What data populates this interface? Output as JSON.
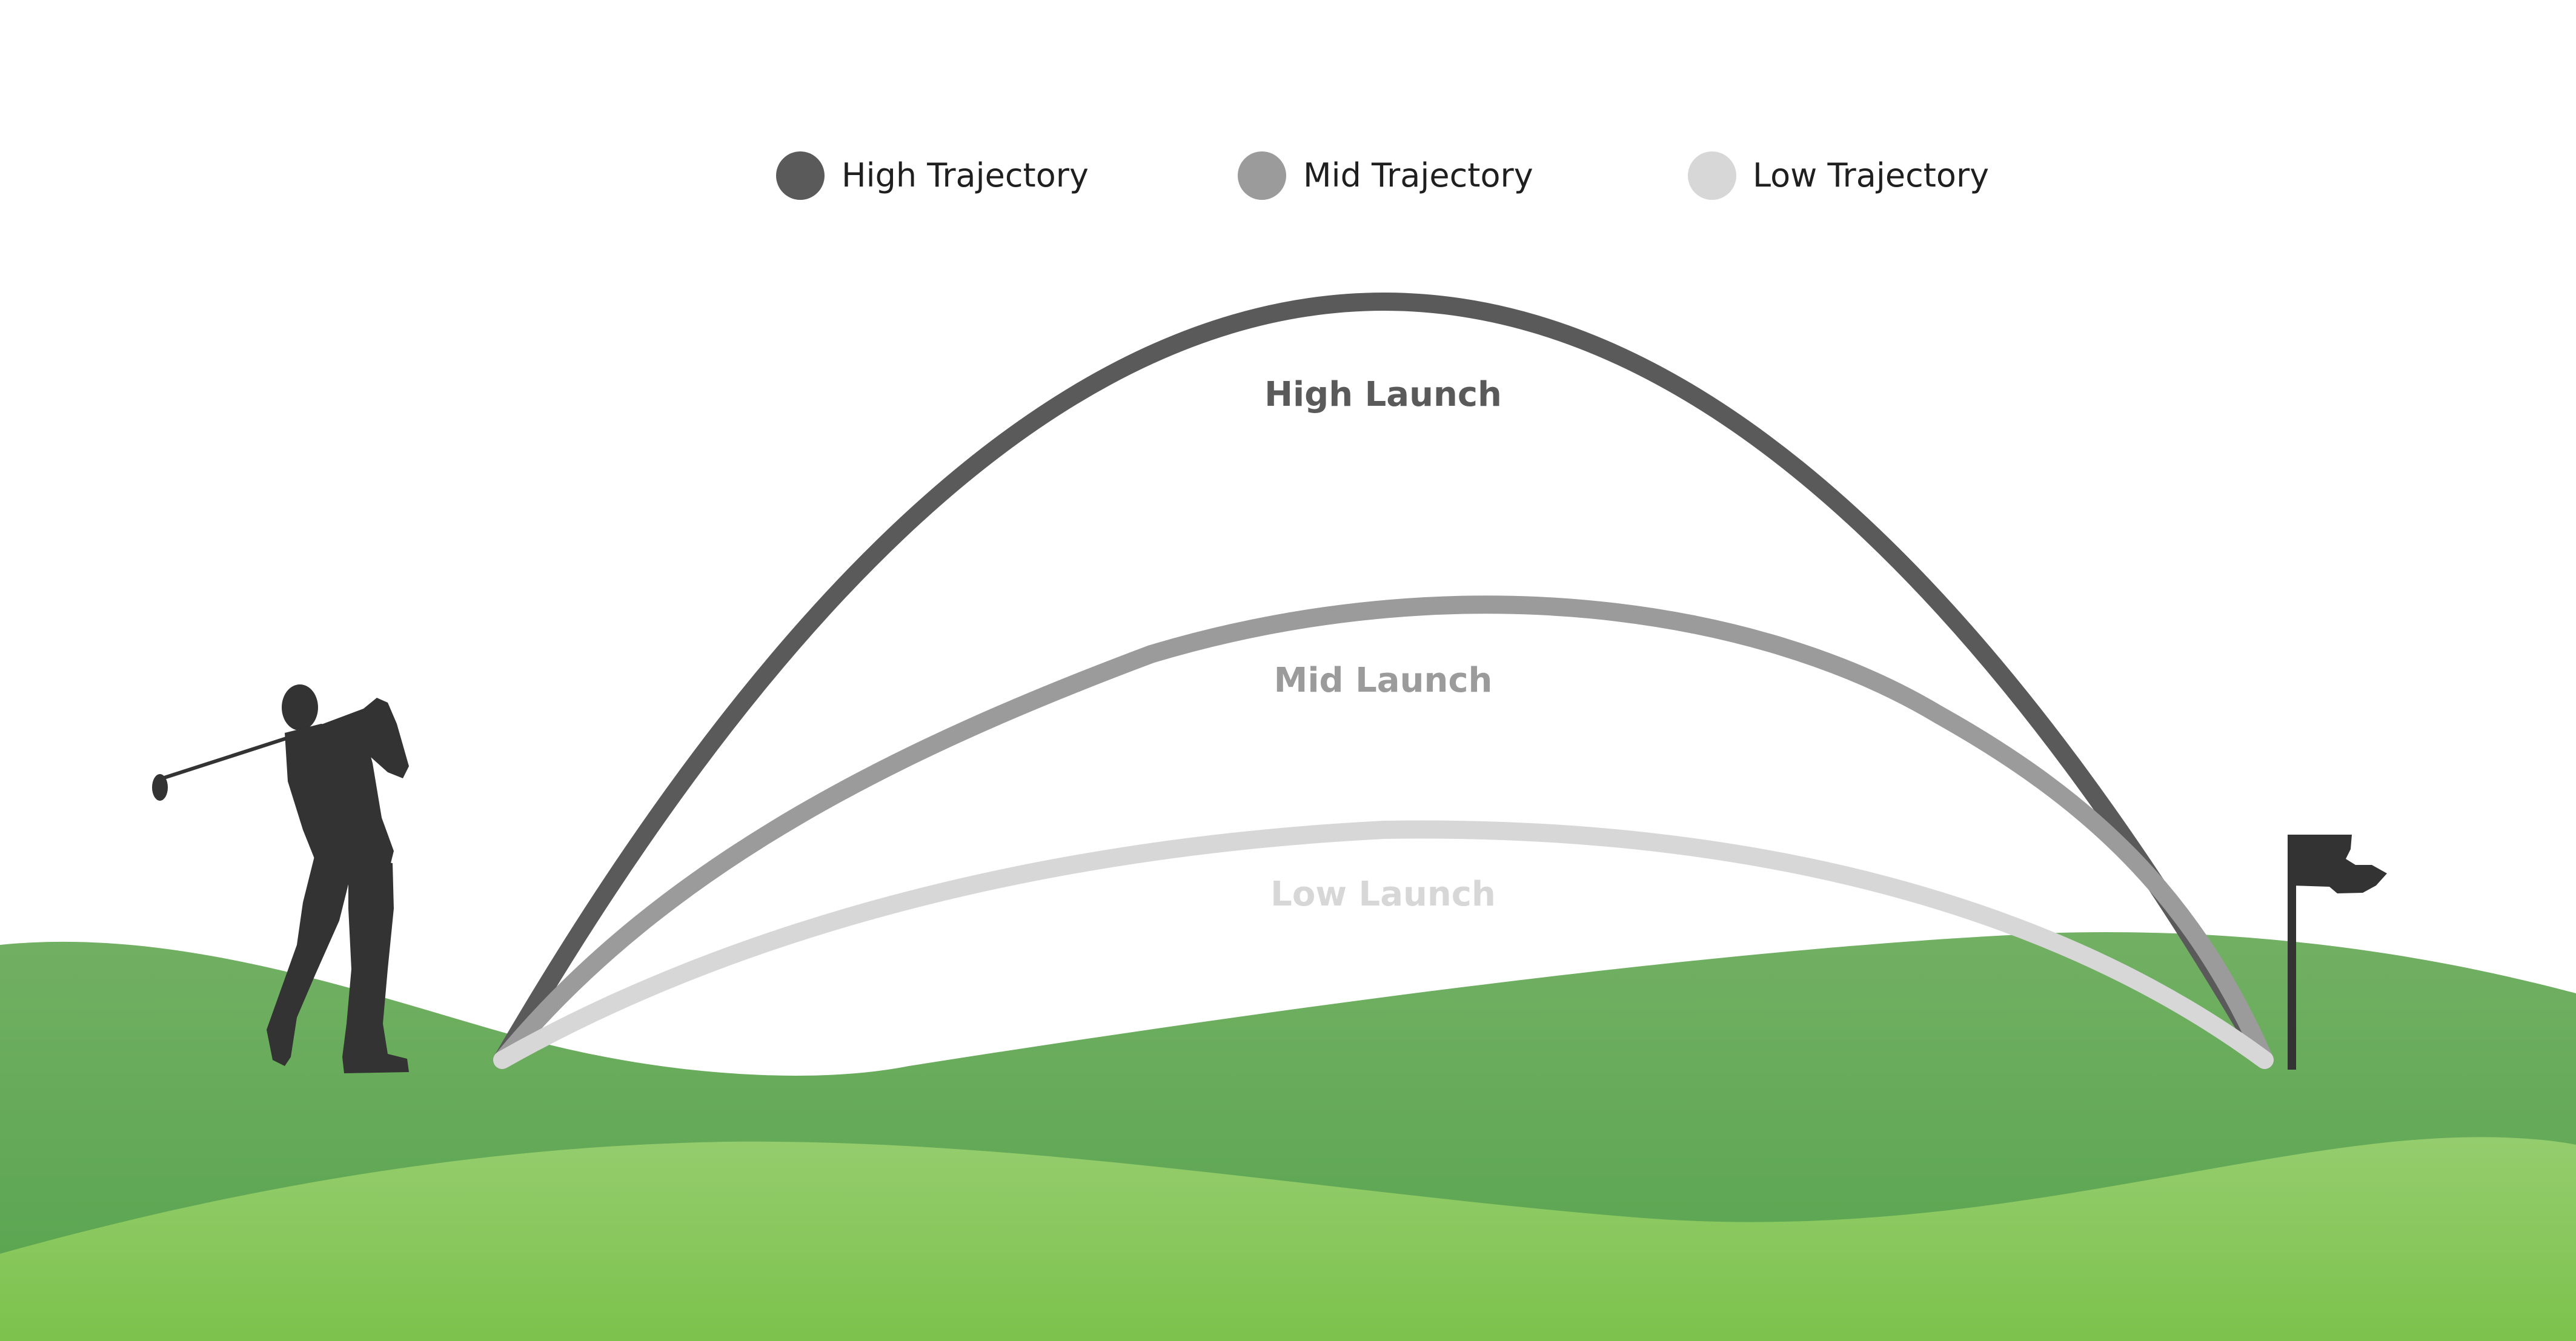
{
  "legend": [
    {
      "label": "High Trajectory",
      "color": "#5a5a5a"
    },
    {
      "label": "Mid Trajectory",
      "color": "#9b9b9b"
    },
    {
      "label": "Low Trajectory",
      "color": "#d7d7d7"
    }
  ],
  "trajectories": {
    "high": {
      "label": "High Launch",
      "color": "#5a5a5a"
    },
    "mid": {
      "label": "Mid Launch",
      "color": "#9b9b9b"
    },
    "low": {
      "label": "Low Launch",
      "color": "#d7d7d7"
    }
  },
  "colors": {
    "silhouette": "#333333",
    "fairway_back": "#66ad5e",
    "fairway_front": "#84c55a"
  },
  "icons": [
    "golfer-silhouette",
    "flag-icon"
  ]
}
